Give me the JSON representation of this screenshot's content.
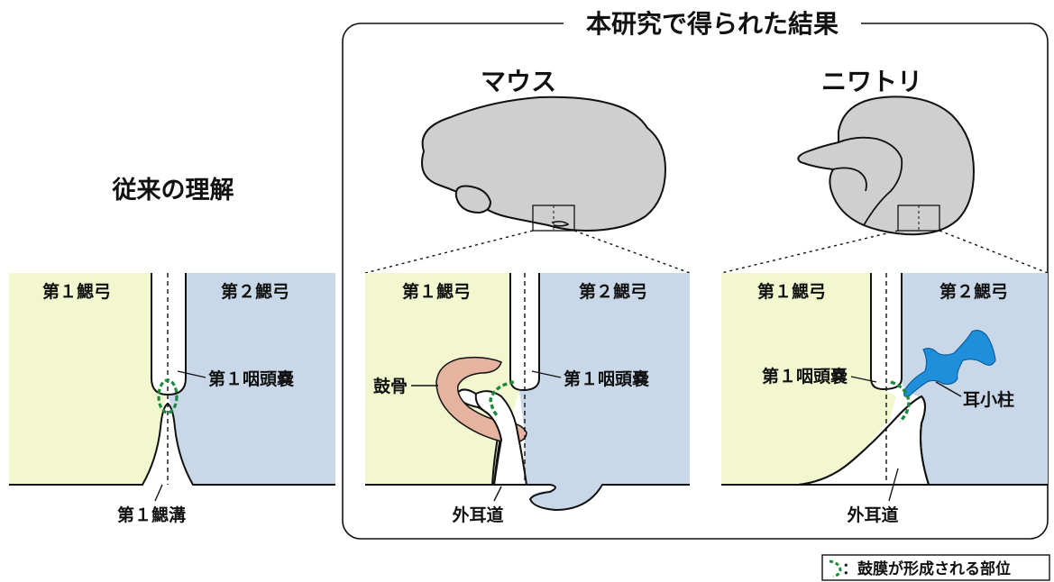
{
  "colors": {
    "arch1": "#f2f7cf",
    "arch2": "#c8d8e8",
    "head": "#cfcfcf",
    "malleus": "#e6b3a0",
    "columella": "#1f8fdc",
    "eardrum": "#1c8a3c",
    "line": "#111111"
  },
  "left": {
    "title": "従来の理解",
    "arch1": "第１鰓弓",
    "arch2": "第２鰓弓",
    "pouch": "第１咽頭嚢",
    "groove": "第１鰓溝"
  },
  "result": {
    "title": "本研究で得られた結果",
    "mouse": {
      "title": "マウス",
      "arch1": "第１鰓弓",
      "arch2": "第２鰓弓",
      "pouch": "第１咽頭嚢",
      "bone": "鼓骨",
      "canal": "外耳道"
    },
    "chicken": {
      "title": "ニワトリ",
      "arch1": "第１鰓弓",
      "arch2": "第２鰓弓",
      "pouch": "第１咽頭嚢",
      "columella": "耳小柱",
      "canal": "外耳道"
    }
  },
  "legend": {
    "text": "：鼓膜が形成される部位",
    "icon": "dashed-circle-icon"
  }
}
